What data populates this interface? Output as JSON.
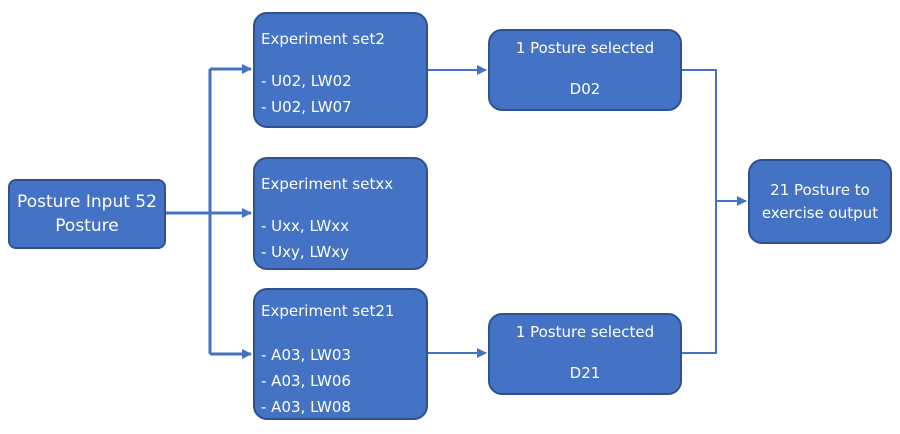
{
  "input_box": {
    "line1": "Posture Input 52",
    "line2": "Posture"
  },
  "experiments": [
    {
      "title": "Experiment set2",
      "items": [
        "- U02, LW02",
        "- U02, LW07"
      ]
    },
    {
      "title": "Experiment setxx",
      "items": [
        "- Uxx, LWxx",
        "- Uxy, LWxy"
      ]
    },
    {
      "title": "Experiment set21",
      "items": [
        "- A03, LW03",
        "- A03, LW06",
        "- A03, LW08"
      ]
    }
  ],
  "selections": [
    {
      "title": "1 Posture selected",
      "code": "D02"
    },
    {
      "title": "1 Posture selected",
      "code": "D21"
    }
  ],
  "output_box": {
    "line1": "21 Posture to",
    "line2": "exercise output"
  },
  "colors": {
    "box_fill": "#4472c4",
    "box_border": "#2f528f",
    "connector": "#4472c4",
    "text": "#ffffff"
  }
}
